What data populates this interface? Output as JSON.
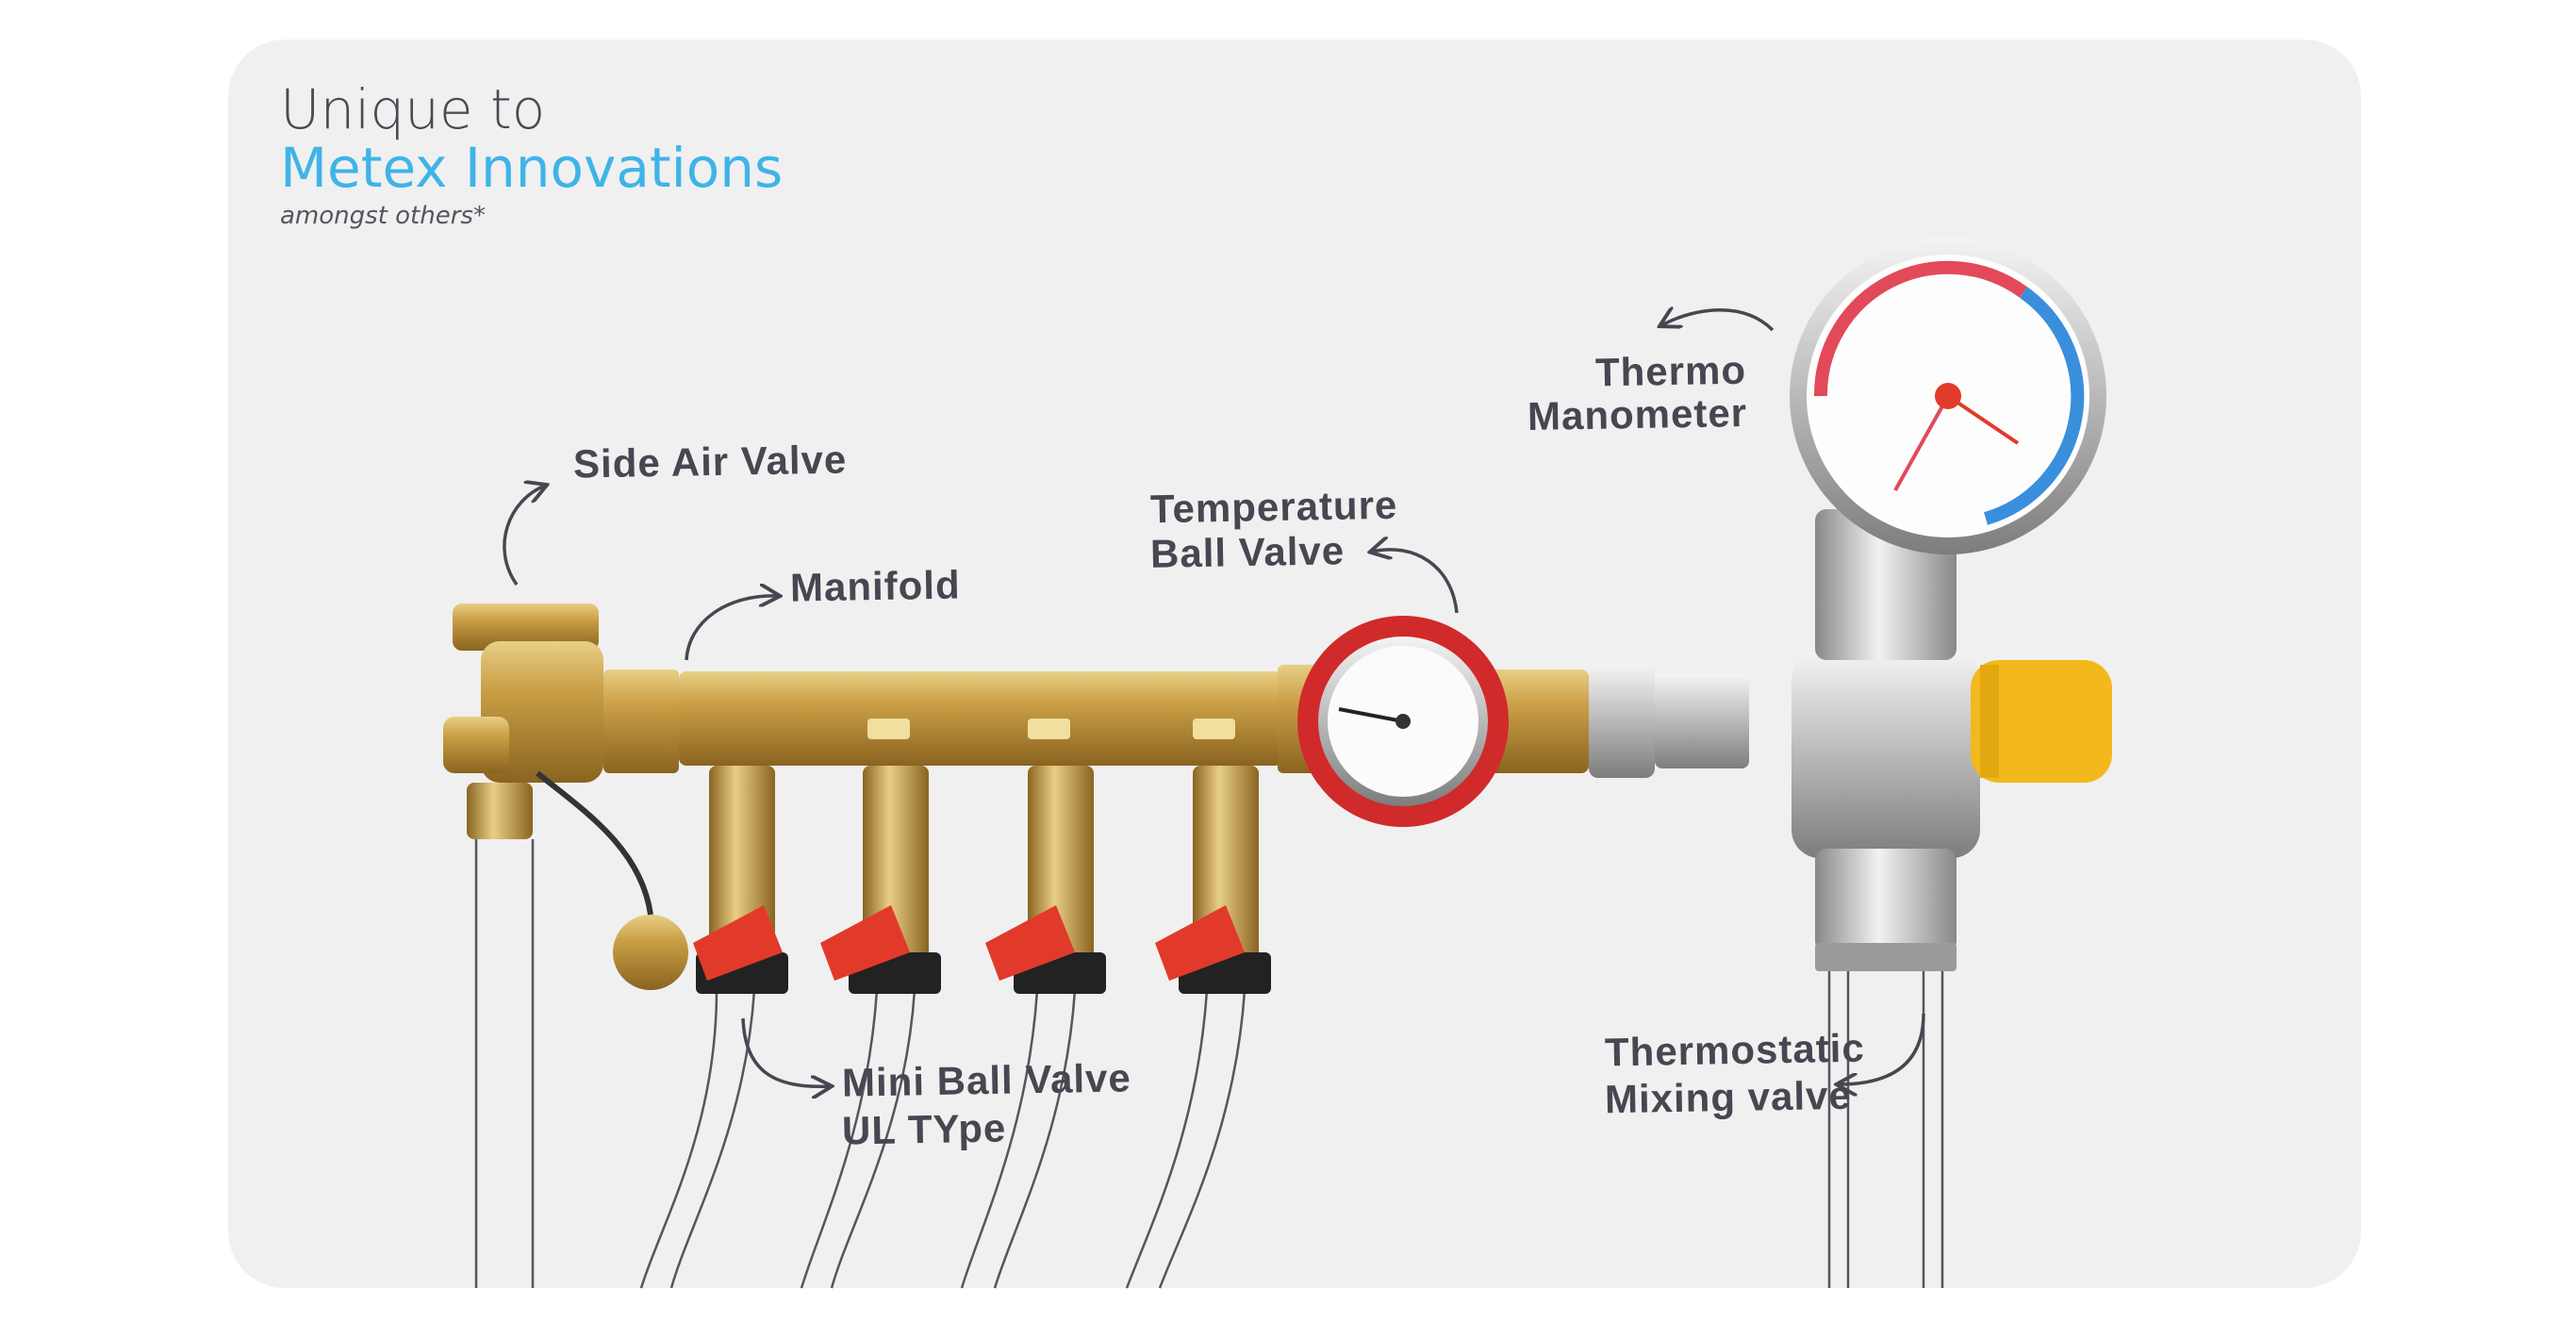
{
  "header": {
    "line1": "Unique to",
    "line2": "Metex Innovations",
    "subtitle": "amongst others*"
  },
  "labels": {
    "side_air_valve": "Side Air Valve",
    "manifold": "Manifold",
    "temperature_ball_valve_1": "Temperature",
    "temperature_ball_valve_2": "Ball Valve",
    "thermo_manometer_1": "Thermo",
    "thermo_manometer_2": "Manometer",
    "thermostatic_mixing_valve_1": "Thermostatic",
    "thermostatic_mixing_valve_2": "Mixing valve",
    "mini_ball_valve_1": "Mini Ball Valve",
    "mini_ball_valve_2": "UL TYpe"
  },
  "colors": {
    "title_dark": "#4a4a55",
    "title_accent": "#3fb4e8",
    "brass": "#c9a24a",
    "handle_red": "#e23a2a",
    "knob_yellow": "#f3b81c",
    "chrome": "#c8c8c8"
  }
}
